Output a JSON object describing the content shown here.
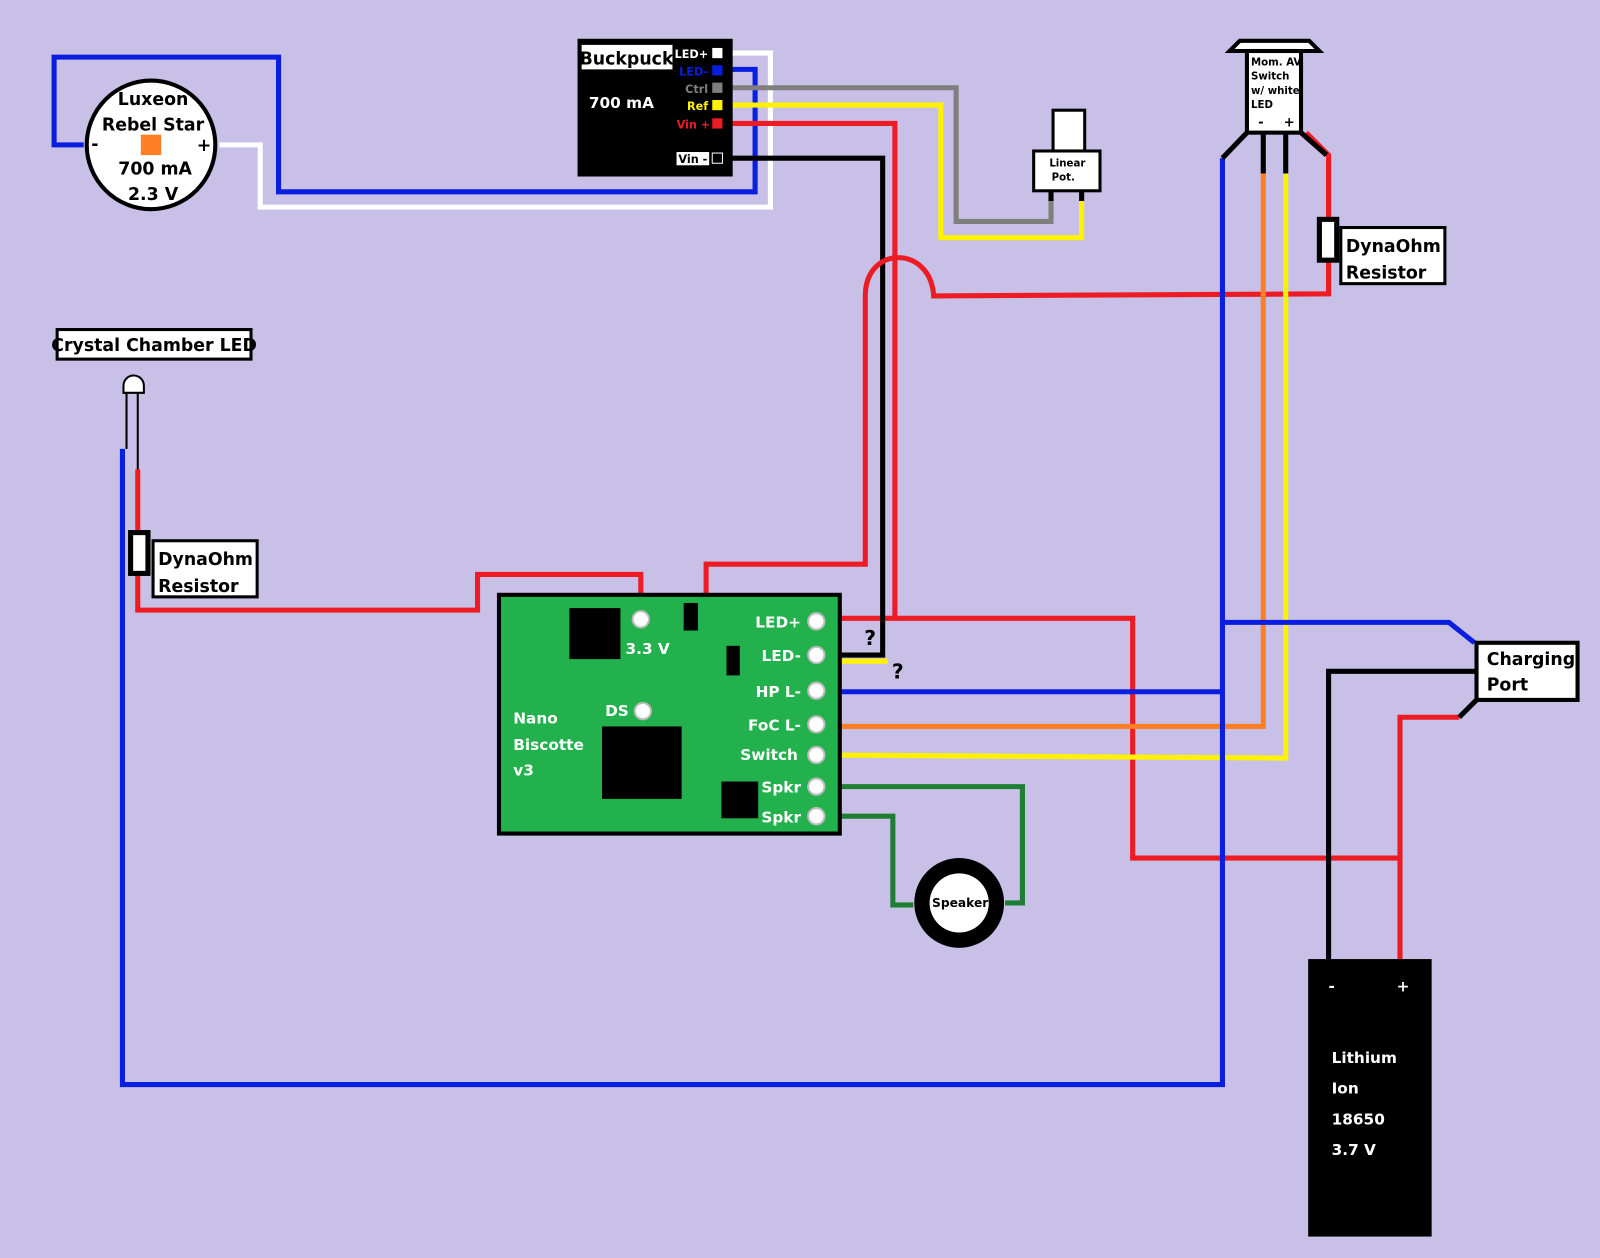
{
  "colors": {
    "background": "#c8c0e6",
    "board": "#22b14c",
    "red": "#ed1c24",
    "blue": "#0a1ee0",
    "yellow": "#fff200",
    "orange": "#ff7f27",
    "gray": "#7f7f7f",
    "green": "#1e7f32",
    "white": "#ffffff",
    "black": "#000000"
  },
  "luxeon": {
    "line1": "Luxeon",
    "line2": "Rebel Star",
    "current": "700 mA",
    "voltage": "2.3 V",
    "minus": "-",
    "plus": "+"
  },
  "buckpuck": {
    "title": "Buckpuck",
    "current": "700 mA",
    "pins": [
      "LED+",
      "LED-",
      "Ctrl",
      "Ref",
      "Vin +"
    ],
    "vin_minus": "Vin -"
  },
  "linear_pot": {
    "line1": "Linear",
    "line2": "Pot."
  },
  "switch": {
    "line1": "Mom. AV",
    "line2": "Switch",
    "line3": "w/ white",
    "line4": "LED",
    "minus": "-",
    "plus": "+"
  },
  "resistor_right": {
    "line1": "DynaOhm",
    "line2": "Resistor"
  },
  "crystal_led": {
    "label": "Crystal Chamber LED"
  },
  "resistor_left": {
    "line1": "DynaOhm",
    "line2": "Resistor"
  },
  "board": {
    "line1": "Nano",
    "line2": "Biscotte",
    "line3": "v3",
    "v33": "3.3 V",
    "ds": "DS",
    "pins": [
      "LED+",
      "LED-",
      "HP L-",
      "FoC L-",
      "Switch",
      "Spkr",
      "Spkr"
    ],
    "unknown1": "?",
    "unknown2": "?"
  },
  "speaker": {
    "label": "Speaker"
  },
  "charging_port": {
    "line1": "Charging",
    "line2": "Port"
  },
  "battery": {
    "minus": "-",
    "plus": "+",
    "line1": "Lithium",
    "line2": "Ion",
    "line3": "18650",
    "line4": "3.7 V"
  }
}
